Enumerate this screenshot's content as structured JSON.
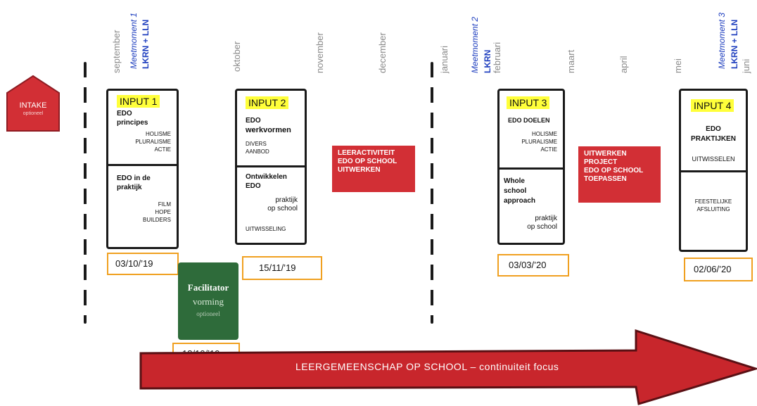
{
  "months": {
    "september": "september",
    "oktober": "oktober",
    "november": "november",
    "december": "december",
    "januari": "januari",
    "februari": "februari",
    "maart": "maart",
    "april": "april",
    "mei": "mei",
    "juni": "juni"
  },
  "meetmoments": [
    {
      "title": "Meetmoment 1",
      "who": "LKRN + LLN"
    },
    {
      "title": "Meetmoment 2",
      "who": "LKRN"
    },
    {
      "title": "Meetmoment 3",
      "who": "LKRN + LLN"
    }
  ],
  "intake": {
    "label": "INTAKE",
    "sub": "optioneel"
  },
  "inputs": [
    {
      "title": "INPUT 1",
      "top_heading_1": "EDO",
      "top_heading_2": "principes",
      "top_items": [
        "HOLISME",
        "PLURALISME",
        "ACTIE"
      ],
      "bottom_heading_1": "EDO in de",
      "bottom_heading_2": "praktijk",
      "bottom_items": [
        "FILM",
        "HOPE",
        "BUILDERS"
      ],
      "date": "03/10/’19"
    },
    {
      "title": "INPUT 2",
      "top_heading_1": "EDO",
      "top_heading_2": "werkvormen",
      "top_items": [
        "DIVERS",
        "AANBOD"
      ],
      "bottom_heading_1": "Ontwikkelen",
      "bottom_heading_2": "EDO",
      "bottom_items": [
        "praktijk",
        "op school"
      ],
      "bottom_footer": "UITWISSELING",
      "date": "15/11/’19"
    },
    {
      "title": "INPUT 3",
      "top_heading_1": "EDO DOELEN",
      "top_items": [
        "HOLISME",
        "PLURALISME",
        "ACTIE"
      ],
      "bottom_heading_1": "Whole",
      "bottom_heading_2": "school",
      "bottom_heading_3": "approach",
      "bottom_items": [
        "praktijk",
        "op school"
      ],
      "date": "03/03/’20"
    },
    {
      "title": "INPUT 4",
      "top_heading_1": "EDO",
      "top_heading_2": "PRAKTIJKEN",
      "top_items": [
        "UITWISSELEN"
      ],
      "bottom_items": [
        "FEESTELIJKE",
        "AFSLUITING"
      ],
      "date": "02/06/’20"
    }
  ],
  "red_boxes": [
    {
      "lines": [
        "LEERACTIVITEIT",
        "EDO OP SCHOOL",
        "UITWERKEN"
      ]
    },
    {
      "lines": [
        "UITWERKEN",
        "PROJECT",
        "EDO OP SCHOOL",
        "TOEPASSEN"
      ]
    }
  ],
  "facilitator": {
    "line1": "Facilitator",
    "line2": "vorming",
    "line3": "optioneel",
    "date": "18/10/’19"
  },
  "arrow": {
    "label": "LEERGEMEENSCHAP OP SCHOOL – continuiteit focus"
  },
  "colors": {
    "red": "#d22f35",
    "dark_red": "#8e1c22",
    "green": "#2e6b3a",
    "highlight": "#ffff3a",
    "date_border": "#f0a020",
    "meetmoment_blue": "#1f3fbf"
  }
}
